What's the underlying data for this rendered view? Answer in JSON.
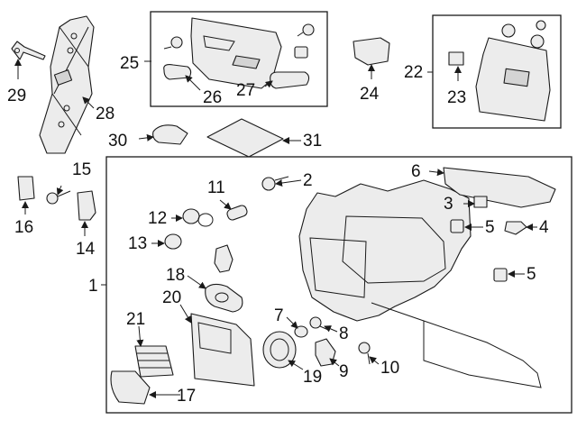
{
  "callouts": {
    "c1": "1",
    "c2": "2",
    "c3": "3",
    "c4": "4",
    "c5a": "5",
    "c5b": "5",
    "c6": "6",
    "c7": "7",
    "c8": "8",
    "c9": "9",
    "c10": "10",
    "c11": "11",
    "c12": "12",
    "c13": "13",
    "c14": "14",
    "c15": "15",
    "c16": "16",
    "c17": "17",
    "c18": "18",
    "c19": "19",
    "c20": "20",
    "c21": "21",
    "c22": "22",
    "c23": "23",
    "c24": "24",
    "c25": "25",
    "c26": "26",
    "c27": "27",
    "c28": "28",
    "c29": "29",
    "c30": "30",
    "c31": "31"
  },
  "colors": {
    "ink": "#1a1a1a",
    "part_fill": "#ececec",
    "background": "#ffffff"
  }
}
